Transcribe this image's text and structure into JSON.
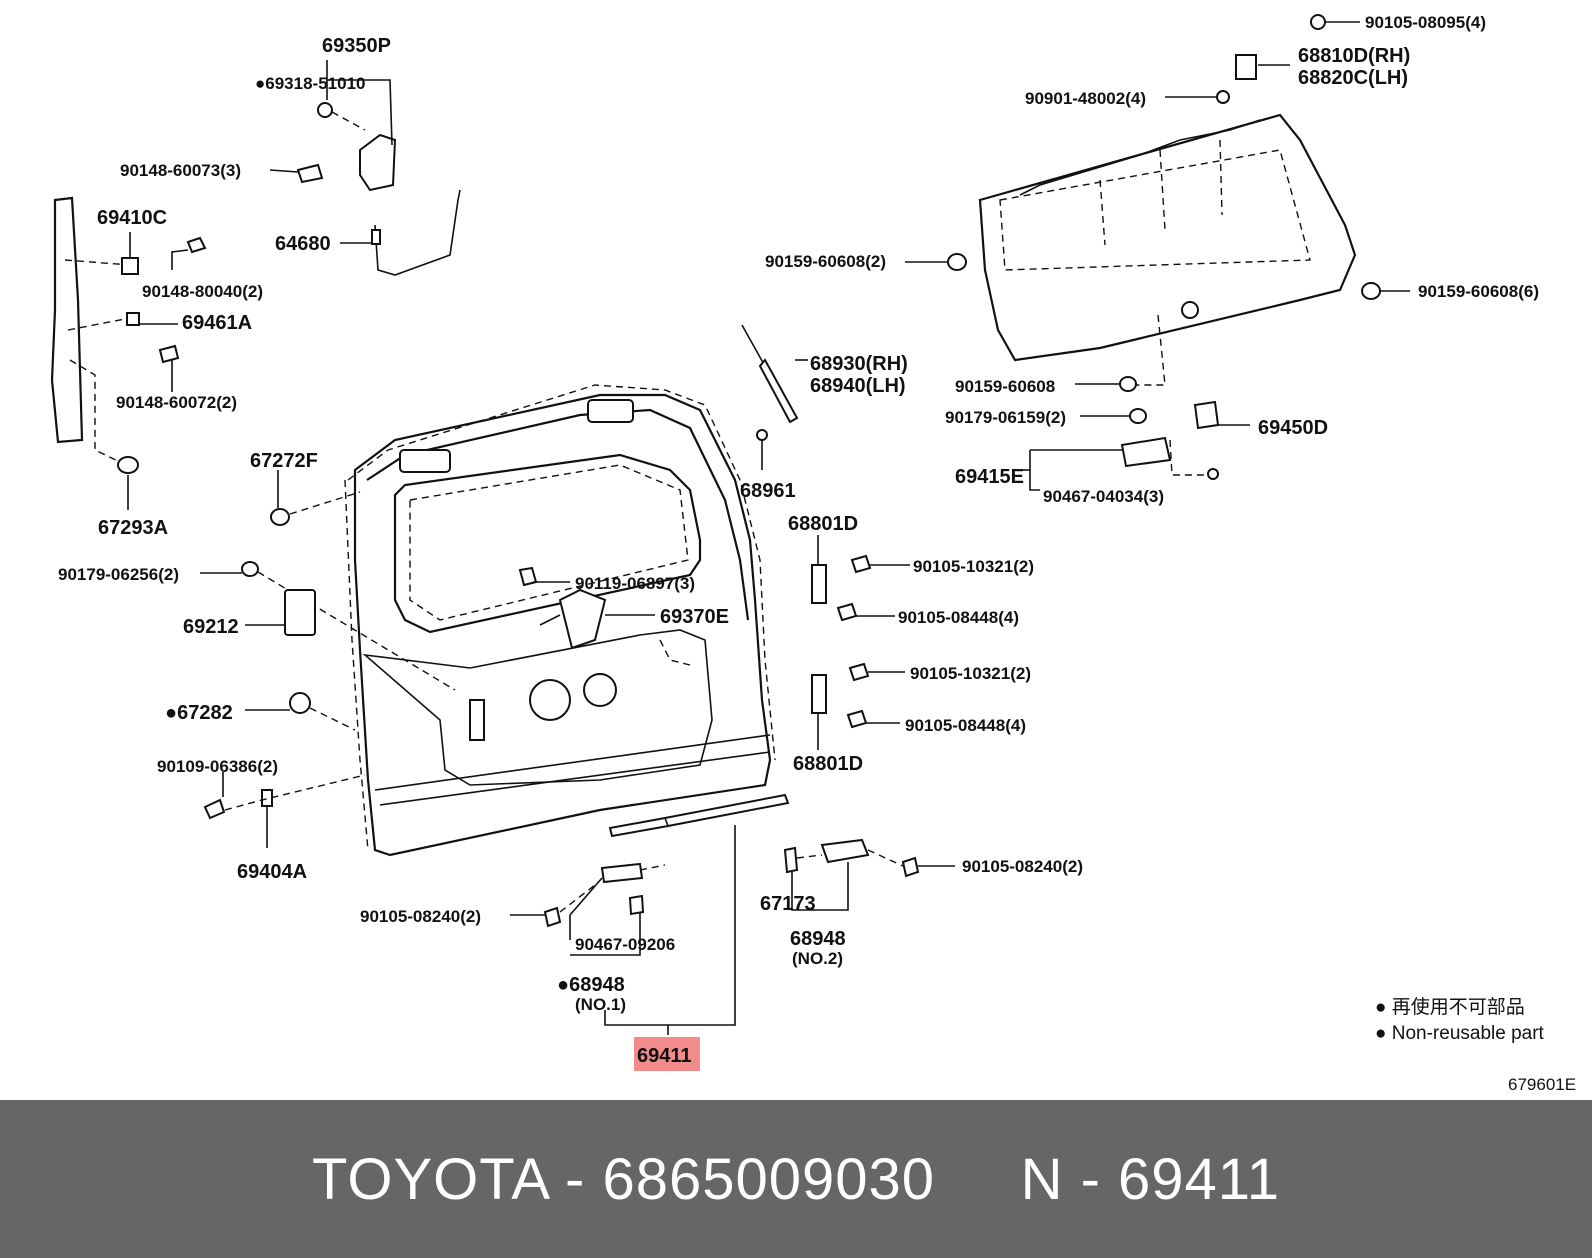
{
  "diagram": {
    "labels": {
      "l69350P": "69350P",
      "l69318": "●69318-51010",
      "l90148a": "90148-60073(3)",
      "l64680": "64680",
      "l69410C": "69410C",
      "l90148b": "90148-80040(2)",
      "l69461A": "69461A",
      "l90148c": "90148-60072(2)",
      "l67293A": "67293A",
      "l67272F": "67272F",
      "l90179a": "90179-06256(2)",
      "l69212": "69212",
      "l67282": "●67282",
      "l90109": "90109-06386(2)",
      "l69404A": "69404A",
      "l90119": "90119-06897(3)",
      "l69370E": "69370E",
      "l68930": "68930(RH)",
      "l68940": "68940(LH)",
      "l68961": "68961",
      "l68801Da": "68801D",
      "l90105a": "90105-10321(2)",
      "l90105b": "90105-08448(4)",
      "l90105c": "90105-10321(2)",
      "l90105d": "90105-08448(4)",
      "l68801Db": "68801D",
      "l90105e": "90105-08095(4)",
      "l68810D": "68810D(RH)",
      "l68820C": "68820C(LH)",
      "l90901": "90901-48002(4)",
      "l90159a": "90159-60608(2)",
      "l90159b": "90159-60608(6)",
      "l90159c": "90159-60608",
      "l90179b": "90179-06159(2)",
      "l69450D": "69450D",
      "l69415E": "69415E",
      "l90467a": "90467-04034(3)",
      "l90105f": "90105-08240(2)",
      "l90467b": "90467-09206",
      "l68948a": "●68948",
      "lno1": "(NO.1)",
      "l69411": "69411",
      "l67173": "67173",
      "l68948b": "68948",
      "lno2": "(NO.2)",
      "l90105g": "90105-08240(2)"
    },
    "legend": {
      "jp": "● 再使用不可部品",
      "en": "● Non-reusable part"
    },
    "code": "679601E",
    "highlight_color": "#f28b8b"
  },
  "footer": {
    "text": "TOYOTA - 6865009030     N - 69411"
  }
}
